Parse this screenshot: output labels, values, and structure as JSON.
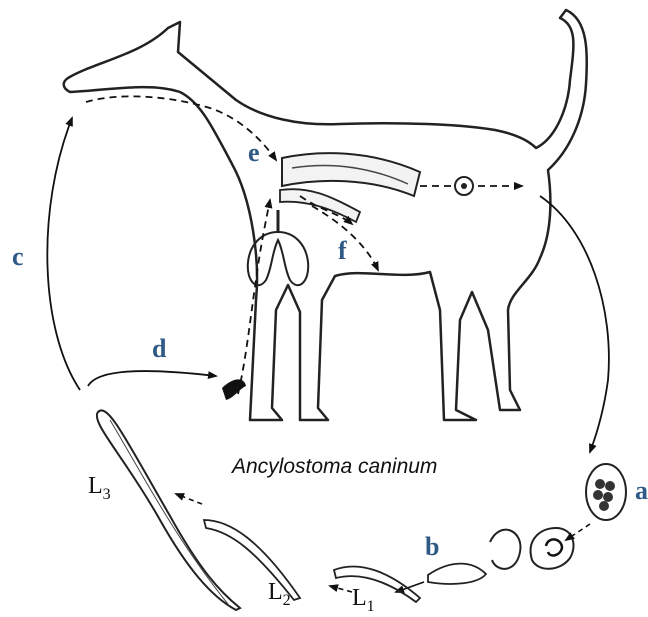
{
  "title": "Ancylostoma caninum",
  "labels": {
    "a": "a",
    "b": "b",
    "c": "c",
    "d": "d",
    "e": "e",
    "f": "f"
  },
  "stages": {
    "l1": {
      "letter": "L",
      "sub": "1"
    },
    "l2": {
      "letter": "L",
      "sub": "2"
    },
    "l3": {
      "letter": "L",
      "sub": "3"
    }
  },
  "colors": {
    "label_blue": "#2f5a86",
    "ink": "#111111"
  }
}
